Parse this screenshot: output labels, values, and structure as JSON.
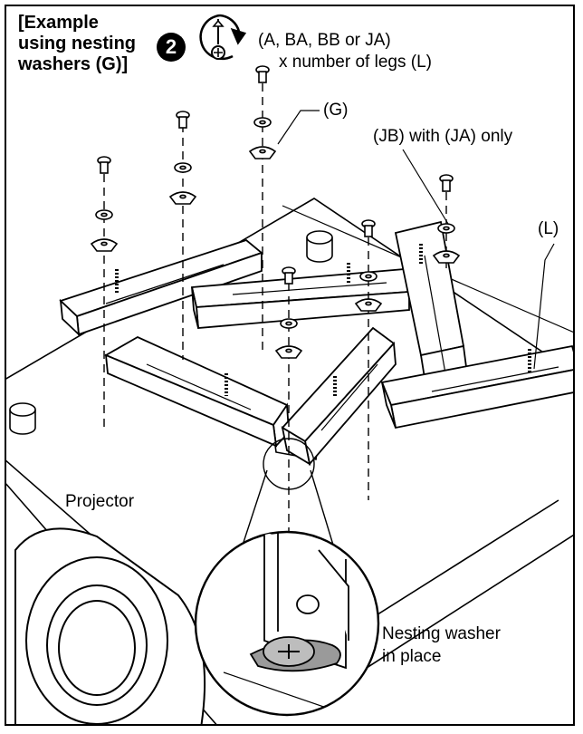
{
  "title_lines": [
    "[Example",
    "using nesting",
    "washers (G)]"
  ],
  "step_number": "2",
  "screw_options": "(A, BA, BB or JA)",
  "screw_multiplier": "x number of legs (L)",
  "label_washer": "(G)",
  "label_jb": "(JB) with (JA) only",
  "label_leg": "(L)",
  "label_projector": "Projector",
  "callout_lines": [
    "Nesting washer",
    "in place"
  ],
  "icons": [
    "screwdriver-clockwise-icon"
  ],
  "colors": {
    "line": "#000000",
    "fill": "#ffffff",
    "washer_shade": "#9a9a9a"
  }
}
